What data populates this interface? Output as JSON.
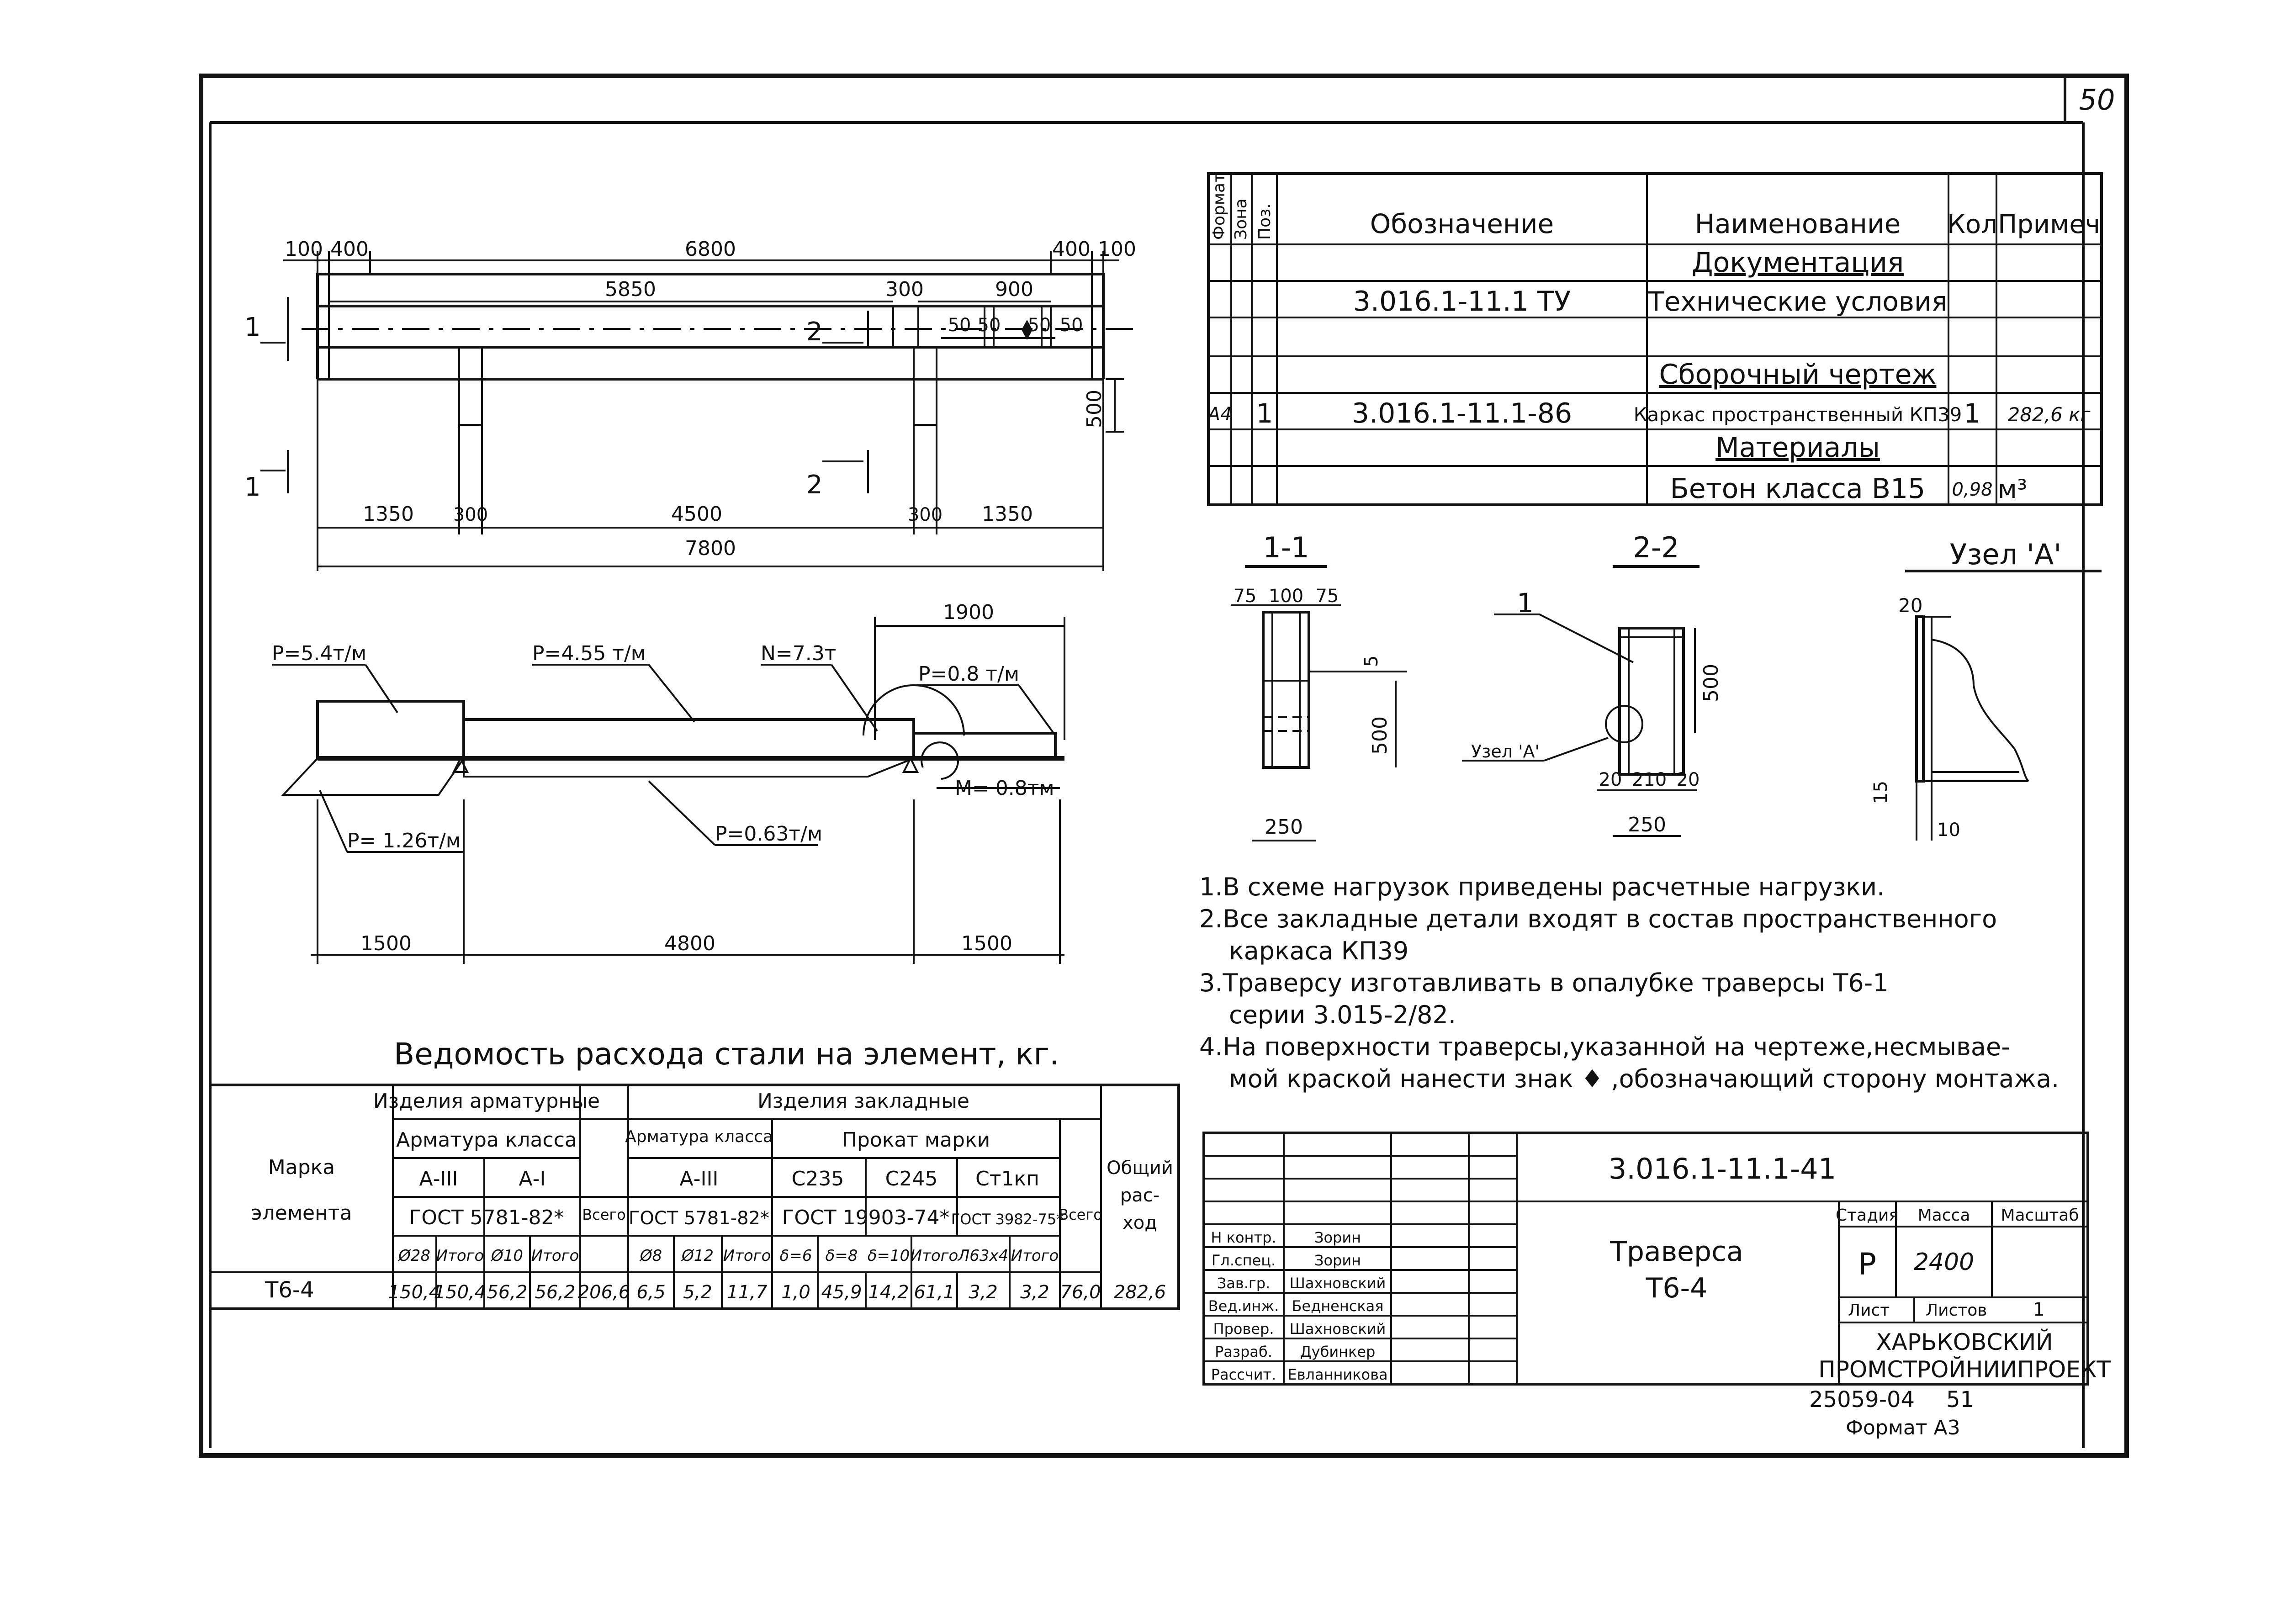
{
  "sheet": {
    "page_number": "50",
    "code_bottom": "25059-04",
    "code_bottom_num": "51",
    "format": "Формат А3"
  },
  "beam_plan": {
    "dims_top": [
      "100",
      "400",
      "6800",
      "400",
      "100"
    ],
    "dim_5850": "5850",
    "dim_300": "300",
    "dim_900": "900",
    "dims_small": [
      "50",
      "50",
      "50",
      "50"
    ],
    "dim_500": "500",
    "dims_bottom": [
      "1350",
      "300",
      "4500",
      "300",
      "1350"
    ],
    "total": "7800",
    "section_1": "1",
    "section_2": "2"
  },
  "load_scheme": {
    "p1": "P=5.4т/м",
    "p2": "P=4.55 т/м",
    "n": "N=7.3т",
    "p3": "P=0.8 т/м",
    "dim_top": "1900",
    "m": "M= 0.8тм",
    "p4": "P=0.63т/м",
    "p5": "P= 1.26т/м",
    "dims": [
      "1500",
      "4800",
      "1500"
    ]
  },
  "spec_table": {
    "headers": {
      "format": "Формат",
      "zone": "Зона",
      "pos": "Поз.",
      "designation": "Обозначение",
      "name": "Наименование",
      "qty": "Кол",
      "note": "Примеч"
    },
    "rows": [
      {
        "format": "",
        "pos": "",
        "designation": "",
        "name": "Документация",
        "qty": "",
        "note": ""
      },
      {
        "format": "",
        "pos": "",
        "designation": "3.016.1-11.1 ТУ",
        "name": "Технические условия",
        "qty": "",
        "note": ""
      },
      {
        "format": "",
        "pos": "",
        "designation": "",
        "name": "",
        "qty": "",
        "note": ""
      },
      {
        "format": "",
        "pos": "",
        "designation": "",
        "name": "Сборочный чертеж",
        "qty": "",
        "note": ""
      },
      {
        "format": "А4",
        "pos": "1",
        "designation": "3.016.1-11.1-86",
        "name": "Каркас пространственный КП39",
        "qty": "1",
        "note": "282,6 кг"
      },
      {
        "format": "",
        "pos": "",
        "designation": "",
        "name": "Материалы",
        "qty": "",
        "note": ""
      },
      {
        "format": "",
        "pos": "",
        "designation": "",
        "name": "Бетон класса В15",
        "qty": "0,98",
        "note": "м³"
      }
    ]
  },
  "sections": {
    "s11": {
      "title": "1-1",
      "dims_top": [
        "75",
        "100",
        "75"
      ],
      "dim_5": "5",
      "dim_500": "500",
      "dim_250": "250"
    },
    "s22": {
      "title": "2-2",
      "leader": "1",
      "node": "Узел 'А'",
      "dim_500": "500",
      "dims_bottom": [
        "20",
        "210",
        "20"
      ],
      "dim_250": "250"
    },
    "node": {
      "title": "Узел 'А'",
      "dim_20": "20",
      "dim_15": "15",
      "dim_10": "10"
    }
  },
  "notes": [
    "1.В схеме нагрузок приведены расчетные нагрузки.",
    "2.Все закладные детали входят в состав пространственного",
    "каркаса КП39",
    "3.Траверсу изготавливать в опалубке траверсы Т6-1",
    "серии 3.015-2/82.",
    "4.На поверхности траверсы,указанной на чертеже,несмывае-",
    "мой краской нанести знак ♦ ,обозначающий сторону монтажа."
  ],
  "steel": {
    "title": "Ведомость расхода стали на элемент, кг.",
    "mark_header": [
      "Марка",
      "элемента"
    ],
    "group1": "Изделия арматурные",
    "group2": "Изделия закладные",
    "sub1": "Арматура класса",
    "sub2": "Арматура класса",
    "sub3": "Прокат марки",
    "cls": [
      "А-III",
      "А-I",
      "А-III",
      "С235",
      "С245",
      "Ст1кп"
    ],
    "gost": [
      "ГОСТ 5781-82*",
      "ГОСТ 5781-82*",
      "ГОСТ 19903-74*",
      "ГОСТ 3982-75*"
    ],
    "vsego": "Всего",
    "total_header": [
      "Общий",
      "рас-",
      "ход"
    ],
    "cols": [
      "Ø28",
      "Итого",
      "Ø10",
      "Итого",
      "Ø8",
      "Ø12",
      "Итого",
      "δ=6",
      "δ=8",
      "δ=10",
      "Итого",
      "Л63х4",
      "Итого"
    ],
    "row_mark": "Т6-4",
    "values": [
      "150,4",
      "150,4",
      "56,2",
      "56,2",
      "206,6",
      "6,5",
      "5,2",
      "11,7",
      "1,0",
      "45,9",
      "14,2",
      "61,1",
      "3,2",
      "3,2",
      "76,0",
      "282,6"
    ]
  },
  "title_block": {
    "code": "3.016.1-11.1-41",
    "name_l1": "Траверса",
    "name_l2": "Т6-4",
    "stage_h": "Стадия",
    "mass_h": "Масса",
    "scale_h": "Масштаб",
    "stage": "Р",
    "mass": "2400",
    "sheet": "Лист",
    "sheets": "Листов",
    "sheets_n": "1",
    "org1": "ХАРЬКОВСКИЙ",
    "org2": "ПРОМСТРОЙНИИПРОЕКТ",
    "roles": [
      "Н контр.",
      "Гл.спец.",
      "Зав.гр.",
      "Вед.инж.",
      "Провер.",
      "Разраб.",
      "Рассчит."
    ],
    "names": [
      "Зорин",
      "Зорин",
      "Шахновский",
      "Бедненская",
      "Шахновский",
      "Дубинкер",
      "Евланникова"
    ]
  }
}
